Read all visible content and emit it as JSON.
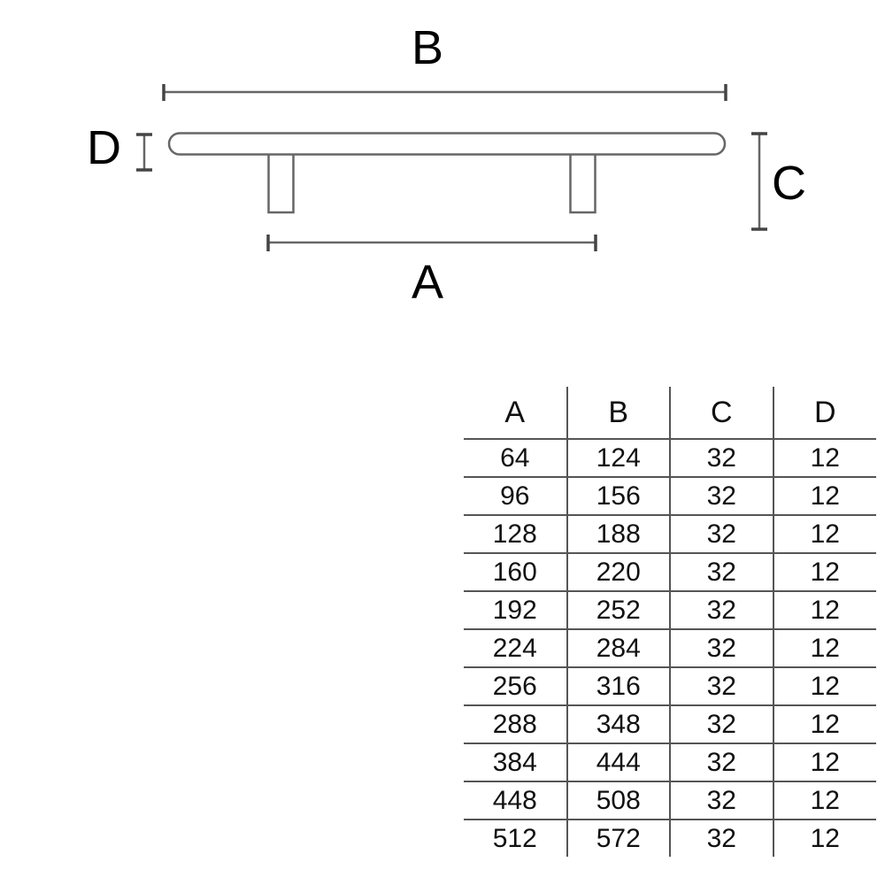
{
  "drawing": {
    "title": "handle-technical-drawing",
    "dimension_labels": {
      "A": "A",
      "B": "B",
      "C": "C",
      "D": "D"
    },
    "stroke_color": "#666666",
    "label_color": "#000000",
    "background": "#ffffff",
    "parts": {
      "bar": "rounded-bar",
      "left_post": "left-post",
      "right_post": "right-post"
    }
  },
  "table": {
    "name": "dimension-table",
    "headers": [
      "A",
      "B",
      "C",
      "D"
    ],
    "rows": [
      [
        "64",
        "124",
        "32",
        "12"
      ],
      [
        "96",
        "156",
        "32",
        "12"
      ],
      [
        "128",
        "188",
        "32",
        "12"
      ],
      [
        "160",
        "220",
        "32",
        "12"
      ],
      [
        "192",
        "252",
        "32",
        "12"
      ],
      [
        "224",
        "284",
        "32",
        "12"
      ],
      [
        "256",
        "316",
        "32",
        "12"
      ],
      [
        "288",
        "348",
        "32",
        "12"
      ],
      [
        "384",
        "444",
        "32",
        "12"
      ],
      [
        "448",
        "508",
        "32",
        "12"
      ],
      [
        "512",
        "572",
        "32",
        "12"
      ]
    ],
    "rule_color": "#555555"
  },
  "chart_data": {
    "type": "table",
    "title": "",
    "columns": [
      "A",
      "B",
      "C",
      "D"
    ],
    "rows": [
      {
        "A": 64,
        "B": 124,
        "C": 32,
        "D": 12
      },
      {
        "A": 96,
        "B": 156,
        "C": 32,
        "D": 12
      },
      {
        "A": 128,
        "B": 188,
        "C": 32,
        "D": 12
      },
      {
        "A": 160,
        "B": 220,
        "C": 32,
        "D": 12
      },
      {
        "A": 192,
        "B": 252,
        "C": 32,
        "D": 12
      },
      {
        "A": 224,
        "B": 284,
        "C": 32,
        "D": 12
      },
      {
        "A": 256,
        "B": 316,
        "C": 32,
        "D": 12
      },
      {
        "A": 288,
        "B": 348,
        "C": 32,
        "D": 12
      },
      {
        "A": 384,
        "B": 444,
        "C": 32,
        "D": 12
      },
      {
        "A": 448,
        "B": 508,
        "C": 32,
        "D": 12
      },
      {
        "A": 512,
        "B": 572,
        "C": 32,
        "D": 12
      }
    ]
  }
}
